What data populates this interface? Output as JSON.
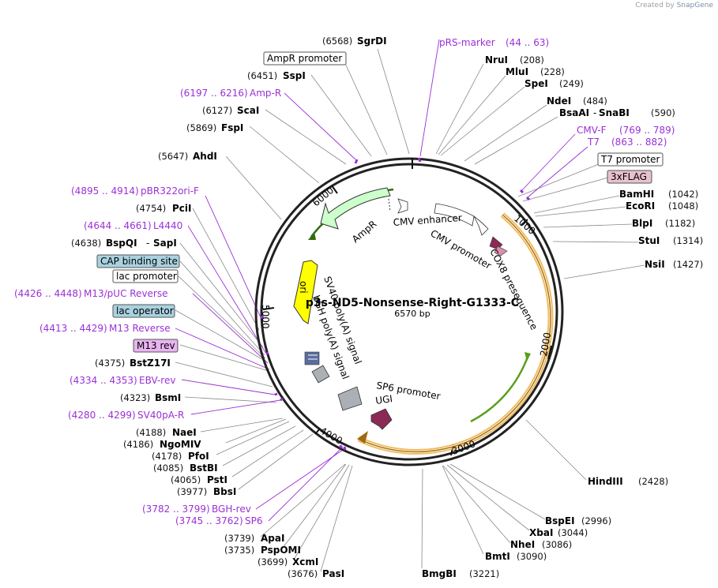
{
  "credit": {
    "prefix": "Created by",
    "brand": "SnapGene"
  },
  "plasmid": {
    "name": "p3s-ND5-Nonsense-Right-G1333-C",
    "size": "6570 bp"
  },
  "ticks": [
    "1000",
    "2000",
    "3000",
    "4000",
    "5000",
    "6000"
  ],
  "enzymes": [
    {
      "name": "SgrDI",
      "pos": "(6568)"
    },
    {
      "name": "NruI",
      "pos": "(208)"
    },
    {
      "name": "MluI",
      "pos": "(228)"
    },
    {
      "name": "SpeI",
      "pos": "(249)"
    },
    {
      "name": "NdeI",
      "pos": "(484)"
    },
    {
      "name": "BsaAI",
      "name2": "SnaBI",
      "pos": "(590)"
    },
    {
      "name": "BamHI",
      "pos": "(1042)"
    },
    {
      "name": "EcoRI",
      "pos": "(1048)"
    },
    {
      "name": "BlpI",
      "pos": "(1182)"
    },
    {
      "name": "StuI",
      "pos": "(1314)"
    },
    {
      "name": "NsiI",
      "pos": "(1427)"
    },
    {
      "name": "HindIII",
      "pos": "(2428)"
    },
    {
      "name": "BspEI",
      "pos": "(2996)"
    },
    {
      "name": "XbaI",
      "pos": "(3044)"
    },
    {
      "name": "NheI",
      "pos": "(3086)"
    },
    {
      "name": "BmtI",
      "pos": "(3090)"
    },
    {
      "name": "BmgBI",
      "pos": "(3221)"
    },
    {
      "name": "PasI",
      "pos": "(3676)"
    },
    {
      "name": "XcmI",
      "pos": "(3699)"
    },
    {
      "name": "PspOMI",
      "pos": "(3735)"
    },
    {
      "name": "ApaI",
      "pos": "(3739)"
    },
    {
      "name": "BbsI",
      "pos": "(3977)"
    },
    {
      "name": "PstI",
      "pos": "(4065)"
    },
    {
      "name": "BstBI",
      "pos": "(4085)"
    },
    {
      "name": "PfoI",
      "pos": "(4178)"
    },
    {
      "name": "NgoMIV",
      "pos": "(4186)"
    },
    {
      "name": "NaeI",
      "pos": "(4188)"
    },
    {
      "name": "BsmI",
      "pos": "(4323)"
    },
    {
      "name": "BstZ17I",
      "pos": "(4375)"
    },
    {
      "name": "BspQI",
      "name2": "SapI",
      "pos": "(4638)"
    },
    {
      "name": "PciI",
      "pos": "(4754)"
    },
    {
      "name": "AhdI",
      "pos": "(5647)"
    },
    {
      "name": "FspI",
      "pos": "(5869)"
    },
    {
      "name": "ScaI",
      "pos": "(6127)"
    },
    {
      "name": "SspI",
      "pos": "(6451)"
    }
  ],
  "primers": [
    {
      "name": "pRS-marker",
      "range": "(44 .. 63)"
    },
    {
      "name": "CMV-F",
      "range": "(769 .. 789)"
    },
    {
      "name": "T7",
      "range": "(863 .. 882)"
    },
    {
      "name": "BGH-rev",
      "range": "(3782 .. 3799)"
    },
    {
      "name": "SP6",
      "range": "(3745 .. 3762)"
    },
    {
      "name": "SV40pA-R",
      "range": "(4280 .. 4299)"
    },
    {
      "name": "EBV-rev",
      "range": "(4334 .. 4353)"
    },
    {
      "name": "M13 Reverse",
      "range": "(4413 .. 4429)"
    },
    {
      "name": "M13/pUC Reverse",
      "range": "(4426 .. 4448)"
    },
    {
      "name": "L4440",
      "range": "(4644 .. 4661)"
    },
    {
      "name": "pBR322ori-F",
      "range": "(4895 .. 4914)"
    },
    {
      "name": "Amp-R",
      "range": "(6197 .. 6216)"
    }
  ],
  "boxed_features": [
    {
      "name": "AmpR promoter"
    },
    {
      "name": "T7 promoter"
    },
    {
      "name": "3xFLAG"
    },
    {
      "name": "CAP binding site"
    },
    {
      "name": "lac promoter"
    },
    {
      "name": "lac operator"
    },
    {
      "name": "M13 rev"
    }
  ],
  "inner_features": {
    "ampr": "AmpR",
    "ori": "ori",
    "cmv_enhancer": "CMV enhancer",
    "cmv_promoter": "CMV promoter",
    "cox8": "COX8 presequence",
    "sv40": "SV40 poly(A) signal",
    "bgh": "bGH poly(A) signal",
    "sp6": "SP6 promoter",
    "ugi": "UGI"
  },
  "colors": {
    "primer": "#9b30d6",
    "ampr_fill": "#ccffcc",
    "ori_fill": "#ffff00",
    "orf_outline": "#f0b040",
    "orf_arrow": "#5a9e1b",
    "ugi_fill": "#8b2a55",
    "cap_fill": "#a9d2e0",
    "m13rev_fill": "#e8b4f0",
    "flag_fill": "#e8c0d0"
  }
}
